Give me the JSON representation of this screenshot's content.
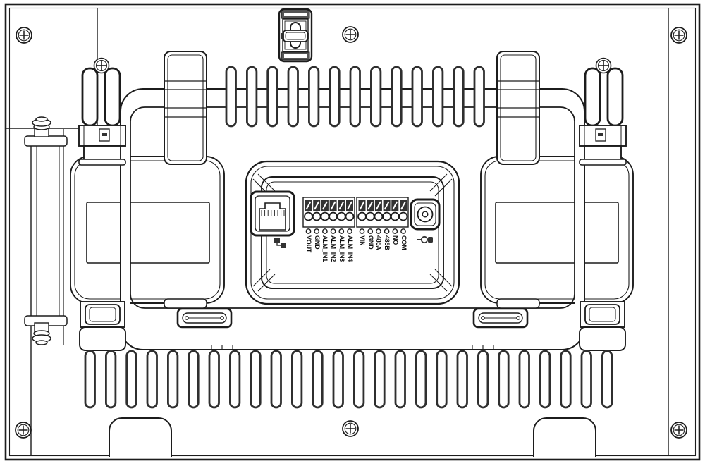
{
  "drawing": {
    "title": "device rear panel technical drawing",
    "line_color": "#1c1c1c",
    "background": "#ffffff"
  },
  "io_panel": {
    "terminal_block_1": {
      "labels": [
        "VOUT",
        "GND",
        "ALM_IN1",
        "ALM_IN2",
        "ALM_IN3",
        "ALM_IN4"
      ]
    },
    "terminal_block_2": {
      "labels": [
        "VIN",
        "GND",
        "485A",
        "485B",
        "NO",
        "COM"
      ]
    },
    "ports": {
      "ethernet": "rj45-ethernet-port",
      "power": "dc-power-jack"
    },
    "icons": {
      "ethernet_icon": "network-lan-icon",
      "power_icon": "dc-plug-icon"
    }
  }
}
